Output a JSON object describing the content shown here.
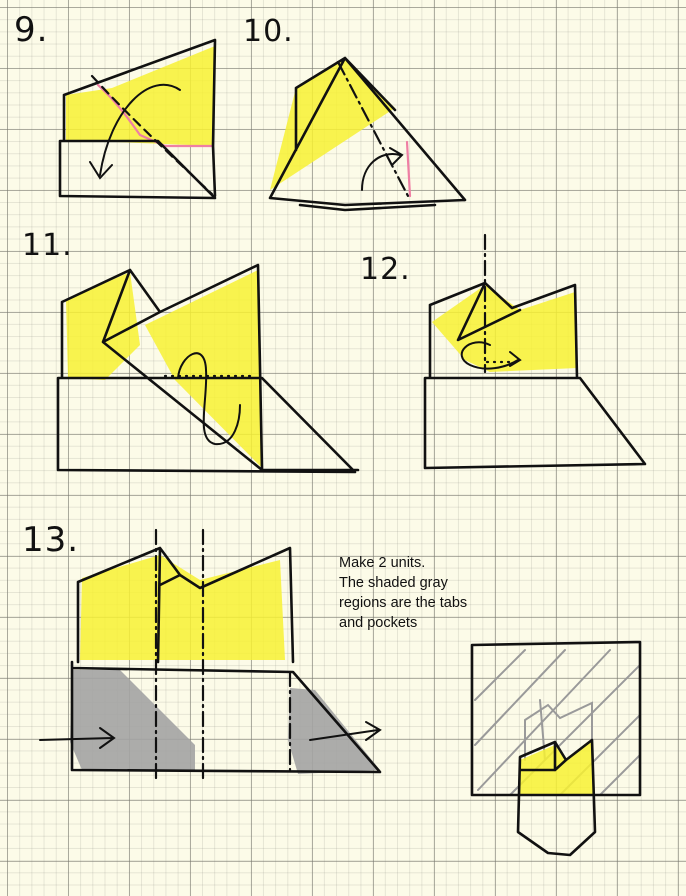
{
  "steps": [
    {
      "label": "9."
    },
    {
      "label": "10."
    },
    {
      "label": "11."
    },
    {
      "label": "12."
    },
    {
      "label": "13."
    }
  ],
  "note": {
    "lines": [
      "Make 2 units.",
      "The shaded gray",
      "regions are the tabs",
      "and pockets"
    ]
  },
  "colors": {
    "paper": "#fcfbe8",
    "grid": "#78786e",
    "highlight": "#f7f132",
    "shade": "#a3a3a3",
    "crease_mark": "#ef7fa4",
    "ink": "#111111"
  }
}
